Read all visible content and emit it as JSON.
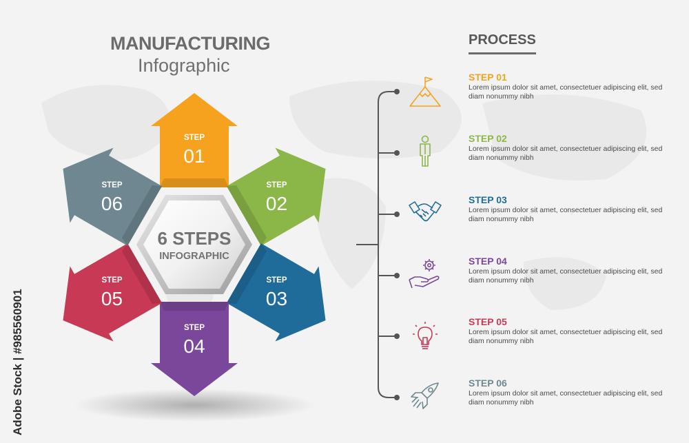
{
  "title": "MANUFACTURING",
  "subtitle": "Infographic",
  "center": {
    "line1": "6 STEPS",
    "line2": "INFOGRAPHIC"
  },
  "process_title": "PROCESS",
  "colors": {
    "step1": "#f6a21e",
    "step2": "#8bb648",
    "step3": "#1f6c9b",
    "step4": "#7b479b",
    "step5": "#c83955",
    "step6": "#6e8790",
    "connector": "#555555"
  },
  "petals": [
    {
      "label": "STEP",
      "number": "01"
    },
    {
      "label": "STEP",
      "number": "02"
    },
    {
      "label": "STEP",
      "number": "03"
    },
    {
      "label": "STEP",
      "number": "04"
    },
    {
      "label": "STEP",
      "number": "05"
    },
    {
      "label": "STEP",
      "number": "06"
    }
  ],
  "steps": [
    {
      "title": "STEP 01",
      "icon": "mountain-flag-icon",
      "desc": "Lorem ipsum dolor sit amet, consectetuer adipiscing elit, sed diam nonummy nibh"
    },
    {
      "title": "STEP 02",
      "icon": "person-icon",
      "desc": "Lorem ipsum dolor sit amet, consectetuer adipiscing elit, sed diam nonummy nibh"
    },
    {
      "title": "STEP 03",
      "icon": "handshake-icon",
      "desc": "Lorem ipsum dolor sit amet, consectetuer adipiscing elit, sed diam nonummy nibh"
    },
    {
      "title": "STEP 04",
      "icon": "hand-gear-icon",
      "desc": "Lorem ipsum dolor sit amet, consectetuer adipiscing elit, sed diam nonummy nibh"
    },
    {
      "title": "STEP 05",
      "icon": "light-bulb-icon",
      "desc": "Lorem ipsum dolor sit amet, consectetuer adipiscing elit, sed diam nonummy nibh"
    },
    {
      "title": "STEP 06",
      "icon": "rocket-icon",
      "desc": "Lorem ipsum dolor sit amet, consectetuer adipiscing elit, sed diam nonummy nibh"
    }
  ],
  "watermark": "Adobe Stock | #985560901"
}
